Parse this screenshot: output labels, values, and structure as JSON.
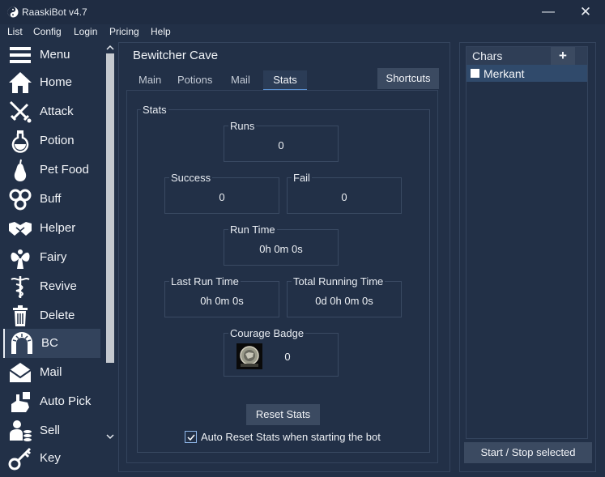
{
  "window": {
    "title": "RaaskiBot v4.7",
    "minimize_glyph": "—",
    "close_glyph": "✕"
  },
  "menubar": [
    "List",
    "Config",
    "Login",
    "Pricing",
    "Help"
  ],
  "sidebar": {
    "items": [
      {
        "label": "Menu",
        "icon": "hamburger-icon"
      },
      {
        "label": "Home",
        "icon": "home-icon"
      },
      {
        "label": "Attack",
        "icon": "swords-icon"
      },
      {
        "label": "Potion",
        "icon": "potion-icon"
      },
      {
        "label": "Pet Food",
        "icon": "pear-icon"
      },
      {
        "label": "Buff",
        "icon": "swirl-icon"
      },
      {
        "label": "Helper",
        "icon": "handshake-icon"
      },
      {
        "label": "Fairy",
        "icon": "fairy-icon"
      },
      {
        "label": "Revive",
        "icon": "caduceus-icon"
      },
      {
        "label": "Delete",
        "icon": "trash-icon"
      },
      {
        "label": "BC",
        "icon": "cave-icon",
        "active": true
      },
      {
        "label": "Mail",
        "icon": "mail-icon"
      },
      {
        "label": "Auto Pick",
        "icon": "hand-pick-icon"
      },
      {
        "label": "Sell",
        "icon": "sell-icon"
      },
      {
        "label": "Key",
        "icon": "key-icon"
      }
    ]
  },
  "main": {
    "title": "Bewitcher Cave",
    "tabs": [
      {
        "label": "Main"
      },
      {
        "label": "Potions"
      },
      {
        "label": "Mail"
      },
      {
        "label": "Stats",
        "active": true
      }
    ],
    "shortcuts_label": "Shortcuts",
    "stats": {
      "group_title": "Stats",
      "runs": {
        "label": "Runs",
        "value": "0"
      },
      "success": {
        "label": "Success",
        "value": "0"
      },
      "fail": {
        "label": "Fail",
        "value": "0"
      },
      "run_time": {
        "label": "Run Time",
        "value": "0h 0m 0s"
      },
      "last_run_time": {
        "label": "Last Run Time",
        "value": "0h 0m 0s"
      },
      "total_running_time": {
        "label": "Total Running Time",
        "value": "0d 0h 0m 0s"
      },
      "courage_badge": {
        "label": "Courage Badge",
        "value": "0"
      },
      "reset_label": "Reset Stats",
      "auto_reset_label": "Auto Reset Stats when starting the bot",
      "auto_reset_checked": true
    }
  },
  "chars": {
    "header": "Chars",
    "add_label": "+",
    "list": [
      {
        "name": "Merkant",
        "checked": false,
        "selected": true
      }
    ],
    "start_stop_label": "Start / Stop selected"
  },
  "colors": {
    "background": "#223047",
    "button": "#3b4a61",
    "selected_row": "#304a6b",
    "active_tab_underline": "#5a8fd0"
  }
}
